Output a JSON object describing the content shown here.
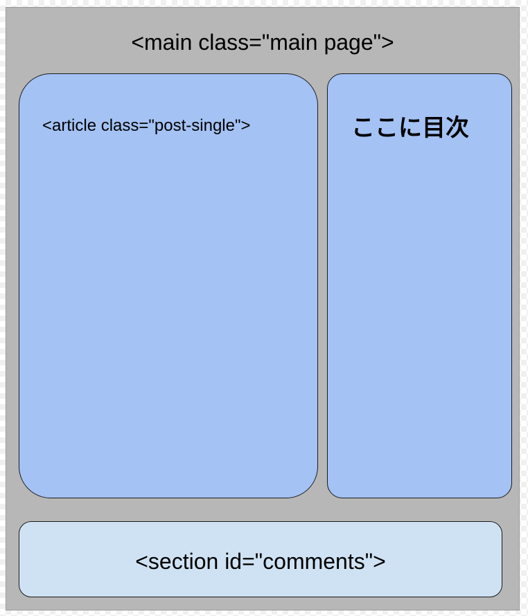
{
  "main": {
    "label": "<main class=\"main page\">"
  },
  "article": {
    "label": "<article class=\"post-single\">"
  },
  "toc": {
    "label": "ここに目次"
  },
  "comments": {
    "label": "<section id=\"comments\">"
  },
  "colors": {
    "main_bg": "#b7b7b7",
    "article_bg": "#a4c2f4",
    "toc_bg": "#a4c2f4",
    "comments_bg": "#cfe2f3"
  }
}
